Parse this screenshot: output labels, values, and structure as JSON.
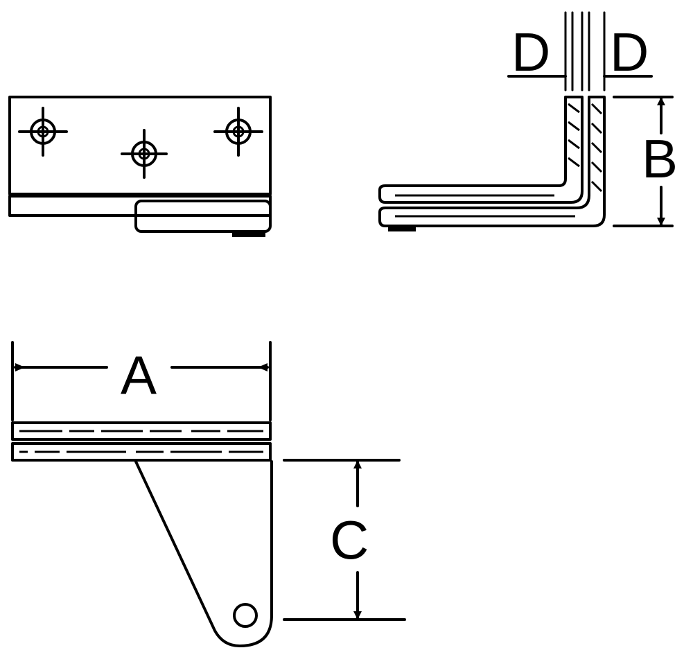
{
  "diagram": {
    "labels": {
      "dim_a": "A",
      "dim_b": "B",
      "dim_c": "C",
      "dim_d_left": "D",
      "dim_d_right": "D"
    }
  }
}
